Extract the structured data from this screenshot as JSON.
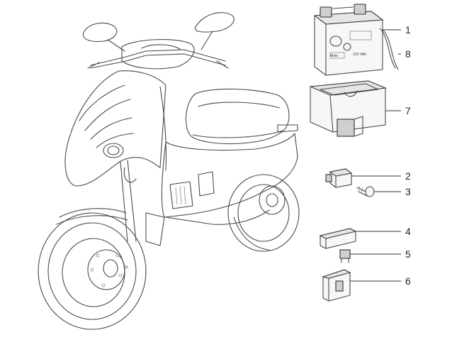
{
  "callouts": [
    {
      "number": "1"
    },
    {
      "number": "8"
    },
    {
      "number": "7"
    },
    {
      "number": "2"
    },
    {
      "number": "3"
    },
    {
      "number": "4"
    },
    {
      "number": "5"
    },
    {
      "number": "6"
    }
  ]
}
